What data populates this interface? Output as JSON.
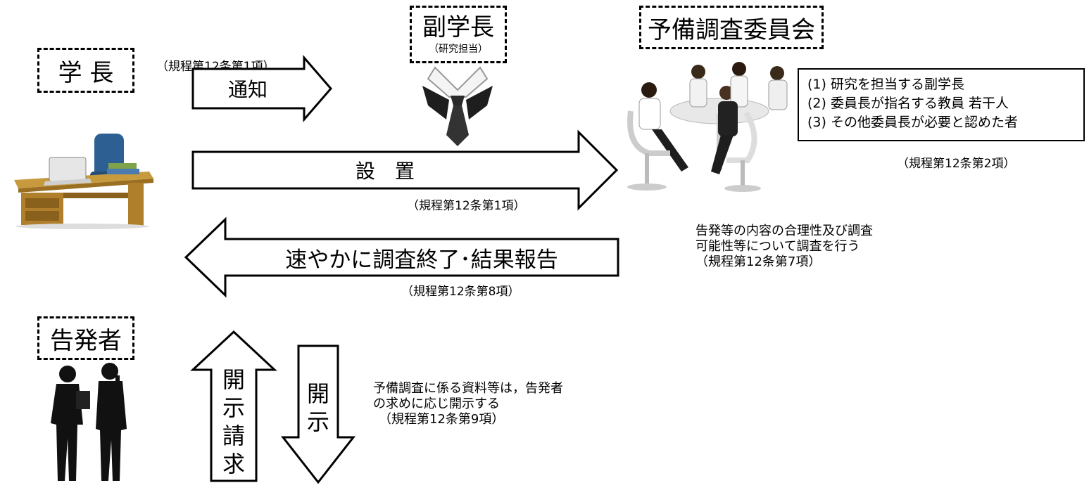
{
  "president": {
    "label": "学 長"
  },
  "vice_president": {
    "title": "副学長",
    "subtitle": "（研究担当）"
  },
  "committee": {
    "title": "予備調査委員会"
  },
  "whistleblower": {
    "label": "告発者"
  },
  "notify": {
    "ref": "（規程第12条第1項）",
    "label": "通知"
  },
  "establish": {
    "label": "設　置",
    "ref": "（規程第12条第1項）"
  },
  "report": {
    "label": "速やかに調査終了･結果報告",
    "ref": "（規程第12条第8項）"
  },
  "members": {
    "items": [
      "(1)  研究を担当する副学長",
      "(2)  委員長が指名する教員  若干人",
      "(3)  その他委員長が必要と認めた者"
    ],
    "ref": "（規程第12条第2項）"
  },
  "investigation_note": {
    "lines": [
      "告発等の内容の合理性及び調査",
      "可能性等について調査を行う",
      "（規程第12条第7項）"
    ]
  },
  "disclosure_request": {
    "chars": [
      "開",
      "示",
      "請",
      "求"
    ]
  },
  "disclosure": {
    "chars": [
      "開",
      "示"
    ]
  },
  "disclosure_note": {
    "lines": [
      "予備調査に係る資料等は，告発者",
      "の求めに応じ開示する",
      "（規程第12条第9項）"
    ]
  }
}
